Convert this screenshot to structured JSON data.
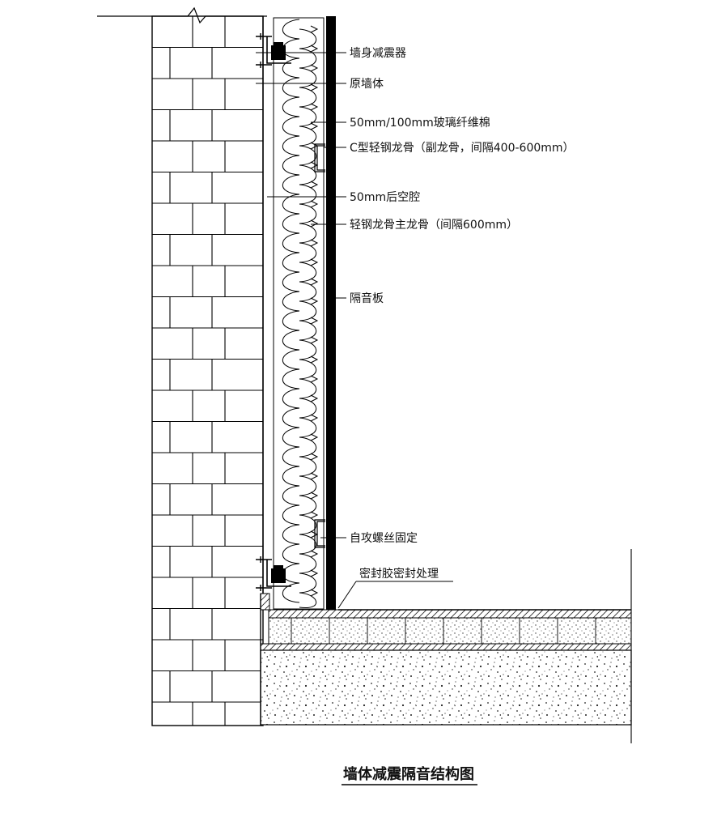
{
  "title": "墙体减震隔音结构图",
  "labels": {
    "damper": "墙身减震器",
    "original_wall": "原墙体",
    "glass_fiber": "50mm/100mm玻璃纤维棉",
    "c_keel": "C型轻钢龙骨（副龙骨，间隔400-600mm）",
    "cavity": "50mm后空腔",
    "main_keel": "轻钢龙骨主龙骨（间隔600mm）",
    "soundproof_board": "隔音板",
    "screw": "自攻螺丝固定",
    "sealant": "密封胶密封处理"
  }
}
